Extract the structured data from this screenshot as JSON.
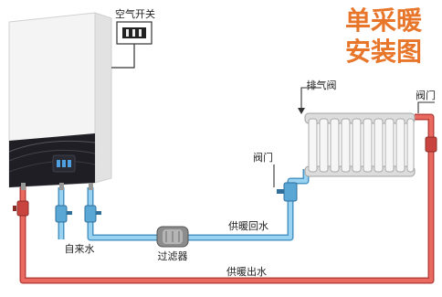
{
  "title": {
    "line1": "单采暖",
    "line2": "安装图"
  },
  "labels": {
    "air_switch": "空气开关",
    "exhaust_valve": "排气阀",
    "valve_right": "阀门",
    "valve_mid": "阀门",
    "return_water": "供暖回水",
    "supply_water": "供暖出水",
    "tap_water": "自来水",
    "filter": "过滤器"
  },
  "colors": {
    "title_orange": "#e8762a",
    "supply_pipe": "#d9514b",
    "return_pipe": "#7fc3ea",
    "boiler_body": "#f2f2f2",
    "boiler_dark": "#1e1e24",
    "radiator_fill": "#eeeeee",
    "label_text": "#222222"
  },
  "icons": {
    "air_switch": "air-switch-icon",
    "filter": "filter-icon",
    "valve": "valve-icon",
    "radiator": "radiator-icon",
    "boiler": "boiler-icon"
  }
}
